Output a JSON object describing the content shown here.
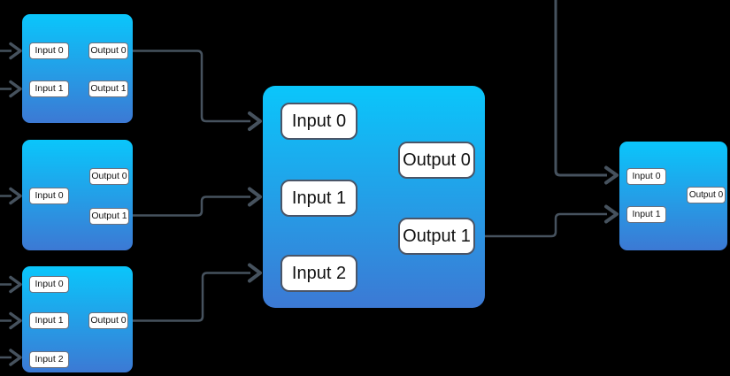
{
  "canvas": {
    "background": "#000000",
    "edge_color": "#46525e",
    "node_gradient_top": "#0ac6fb",
    "node_gradient_bottom": "#3c79d4",
    "port_background": "#ffffff",
    "port_border": "#6b7280",
    "port_text_color": "#111111"
  },
  "nodes": [
    {
      "id": "top-left-node",
      "inputs": [
        "Input 0",
        "Input 1"
      ],
      "outputs": [
        "Output 0",
        "Output 1"
      ]
    },
    {
      "id": "middle-left-node",
      "inputs": [
        "Input 0"
      ],
      "outputs": [
        "Output 0",
        "Output 1"
      ]
    },
    {
      "id": "bottom-left-node",
      "inputs": [
        "Input 0",
        "Input 1",
        "Input 2"
      ],
      "outputs": [
        "Output 0"
      ]
    },
    {
      "id": "center-node",
      "inputs": [
        "Input 0",
        "Input 1",
        "Input 2"
      ],
      "outputs": [
        "Output 0",
        "Output 1"
      ]
    },
    {
      "id": "right-node",
      "inputs": [
        "Input 0",
        "Input 1"
      ],
      "outputs": [
        "Output 0"
      ]
    }
  ],
  "connections": [
    {
      "from": "offscreen-left",
      "to": "top-left-node.Input 0"
    },
    {
      "from": "offscreen-left",
      "to": "top-left-node.Input 1"
    },
    {
      "from": "offscreen-left",
      "to": "middle-left-node.Input 0"
    },
    {
      "from": "offscreen-left",
      "to": "bottom-left-node.Input 0"
    },
    {
      "from": "offscreen-left",
      "to": "bottom-left-node.Input 1"
    },
    {
      "from": "offscreen-left",
      "to": "bottom-left-node.Input 2"
    },
    {
      "from": "top-left-node.Output 0",
      "to": "center-node.Input 0"
    },
    {
      "from": "middle-left-node.Output 1",
      "to": "center-node.Input 1"
    },
    {
      "from": "bottom-left-node.Output 0",
      "to": "center-node.Input 2"
    },
    {
      "from": "center-node.Output 1",
      "to": "right-node.Input 1"
    },
    {
      "from": "offscreen-top",
      "to": "right-node.Input 0"
    }
  ]
}
